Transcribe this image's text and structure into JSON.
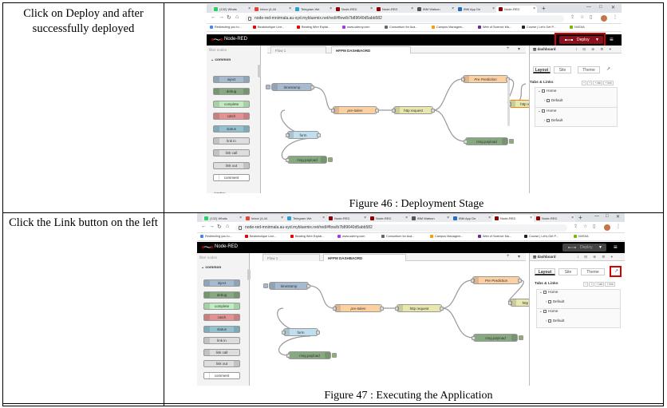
{
  "rows": [
    {
      "instruction": "Click on Deploy and after successfully deployed",
      "caption": "Figure 46 : Deployment Stage",
      "screenshot": {
        "browser_tabs": [
          "(132) Whats",
          "Inbox (4,44",
          "Telegram We",
          "Node-RED",
          "Node-RED",
          "IBM Watson",
          "IBM App De",
          "Node-RED"
        ],
        "url": "node-red-mnirmala.au-syd.mybluemix.net/red/#flow/b7b89640d5abb582",
        "bookmarks": [
          "Redirecting you to...",
          "Beatoholique Live...",
          "Beating Wire Explai...",
          "www.udemy.com",
          "Consortium for Aca...",
          "Campus Managem...",
          "Web of Science Ma...",
          "Course | Let's Get P...",
          "NVIDIA"
        ],
        "app_title": "Node-RED",
        "deploy_label": "Deploy",
        "filter_placeholder": "filter nodes",
        "palette_category": "common",
        "palette_next_category": "function",
        "palette_nodes": [
          "inject",
          "debug",
          "complete",
          "catch",
          "status",
          "link in",
          "link call",
          "link out",
          "comment"
        ],
        "flow_tabs": [
          "Flow 1",
          "HFPM DASHBAORD"
        ],
        "flow_nodes": {
          "timestamp": "timestamp",
          "pre_token": "pre-token",
          "http_request_1": "http request",
          "pre_prediction": "Pre Prediction",
          "http_request_2": "http request",
          "msg_payload_1": "msg.payload",
          "form": "form",
          "msg_payload_2": "msg.payload"
        },
        "sidebar_title": "dashboard",
        "sidebar_tabs": [
          "Layout",
          "Site",
          "Theme"
        ],
        "tabs_links_title": "Tabs & Links",
        "tree": [
          "Home",
          "Default",
          "Home",
          "Default"
        ]
      }
    },
    {
      "instruction": "Click the Link button on the left",
      "caption": "Figure 47 : Executing the Application",
      "screenshot": {
        "browser_tabs": [
          "(132) Whats",
          "Inbox (4,44",
          "Telegram We",
          "Node-RED",
          "Node-RED",
          "IBM Watson",
          "IBM App De",
          "Node-RED",
          "Node-RED"
        ],
        "url": "node-red-mnirmala.au-syd.mybluemix.net/red/#flow/b7b89640d5abb582",
        "bookmarks": [
          "Redirecting you to...",
          "Beatoholique Live...",
          "Beating Wire Explai...",
          "www.udemy.com",
          "Consortium for Aca...",
          "Campus Managem...",
          "Web of Science Ma...",
          "Course | Let's Get P...",
          "NVIDIA"
        ],
        "app_title": "Node-RED",
        "deploy_label": "Deploy",
        "filter_placeholder": "filter nodes",
        "palette_category": "common",
        "palette_nodes": [
          "inject",
          "debug",
          "complete",
          "catch",
          "status",
          "link in",
          "link call",
          "link out",
          "comment"
        ],
        "flow_tabs": [
          "Flow 1",
          "HFPM DASHBAORD"
        ],
        "flow_nodes": {
          "timestamp": "timestamp",
          "pre_token": "pre-token",
          "http_request_1": "http request",
          "pre_prediction": "Pre Prediction",
          "http_request_2": "http request",
          "msg_payload_1": "msg.payload",
          "form": "form",
          "msg_payload_2": "msg.payload"
        },
        "sidebar_title": "dashboard",
        "sidebar_tabs": [
          "Layout",
          "Site",
          "Theme"
        ],
        "tabs_links_title": "Tabs & Links",
        "tree": [
          "Home",
          "Default",
          "Home",
          "Default"
        ]
      }
    }
  ],
  "colors": {
    "deploy_active": "#8c101c",
    "deploy_inactive": "#444444",
    "highlight_box": "#d50000",
    "node_function": "#fdd0a2",
    "node_http": "#e7e7ae",
    "node_debug": "#87a980",
    "node_inject": "#a6bbcf",
    "node_form": "#c0deed",
    "node_status": "#94c1d0",
    "node_catch": "#e49191",
    "node_complete": "#c0edc0"
  }
}
